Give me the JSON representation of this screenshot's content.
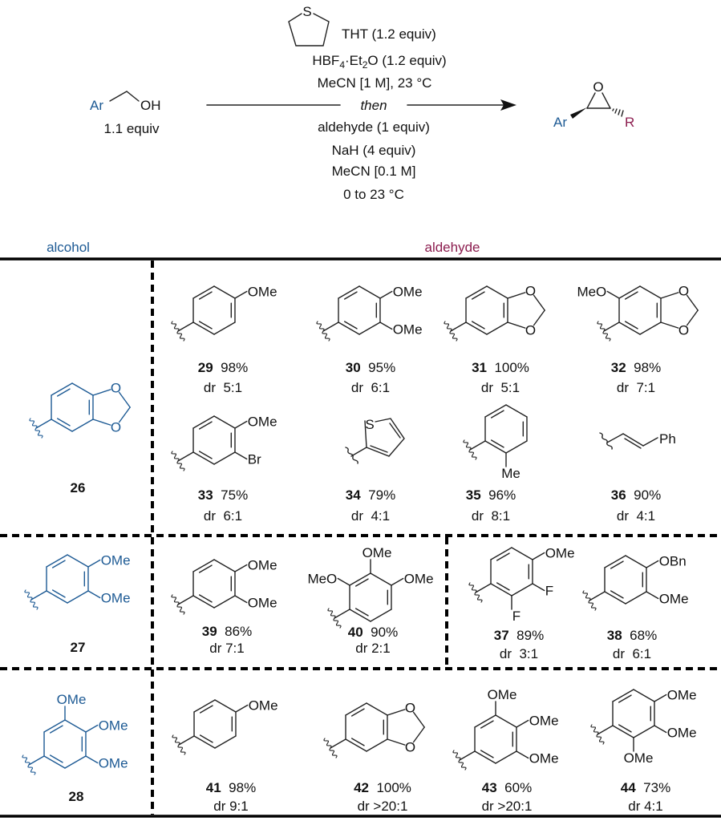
{
  "colors": {
    "alcohol": "#1d5a94",
    "aldehyde": "#8c1d4f",
    "text": "#111111"
  },
  "reaction": {
    "tht_atom": "S",
    "tht_label": "THT (1.2 equiv)",
    "acid": {
      "a": "HBF",
      "b": "4",
      "c": "·Et",
      "d": "2",
      "e": "O (1.2 equiv)"
    },
    "step1_conditions": "MeCN [1 M], 23 °C",
    "then": "then",
    "step2": [
      "aldehyde (1 equiv)",
      "NaH (4 equiv)",
      "MeCN [0.1 M]",
      "0 to 23 °C"
    ],
    "substrate": {
      "ar": "Ar",
      "oh": "OH",
      "equiv": "1.1 equiv"
    },
    "product": {
      "o": "O",
      "ar": "Ar",
      "r": "R"
    }
  },
  "headers": {
    "alcohol": "alcohol",
    "aldehyde": "aldehyde"
  },
  "alcohols": [
    {
      "id": "26",
      "substituents": [],
      "ring_atoms": [
        "O",
        "O"
      ]
    },
    {
      "id": "27",
      "substituents": [
        "OMe",
        "OMe"
      ]
    },
    {
      "id": "28",
      "substituents": [
        "OMe",
        "OMe",
        "OMe"
      ]
    }
  ],
  "products": [
    {
      "id": "29",
      "yield": "98%",
      "dr": "dr  5:1",
      "substituents": [
        "OMe"
      ]
    },
    {
      "id": "30",
      "yield": "95%",
      "dr": "dr  6:1",
      "substituents": [
        "OMe",
        "OMe"
      ]
    },
    {
      "id": "31",
      "yield": "100%",
      "dr": "dr  5:1",
      "substituents": [],
      "ring_atoms": [
        "O",
        "O"
      ]
    },
    {
      "id": "32",
      "yield": "98%",
      "dr": "dr  7:1",
      "substituents": [
        "MeO"
      ],
      "ring_atoms": [
        "O",
        "O"
      ]
    },
    {
      "id": "33",
      "yield": "75%",
      "dr": "dr  6:1",
      "substituents": [
        "OMe",
        "Br"
      ]
    },
    {
      "id": "34",
      "yield": "79%",
      "dr": "dr  4:1",
      "substituents": [],
      "ring_atoms": [
        "S"
      ]
    },
    {
      "id": "35",
      "yield": "96%",
      "dr": "dr  8:1",
      "substituents": [
        "Me"
      ]
    },
    {
      "id": "36",
      "yield": "90%",
      "dr": "dr  4:1",
      "substituents": [
        "Ph"
      ]
    },
    {
      "id": "39",
      "yield": "86%",
      "dr": "dr 7:1",
      "substituents": [
        "OMe",
        "OMe"
      ]
    },
    {
      "id": "40",
      "yield": "90%",
      "dr": "dr 2:1",
      "substituents": [
        "OMe",
        "MeO",
        "OMe"
      ]
    },
    {
      "id": "37",
      "yield": "89%",
      "dr": "dr  3:1",
      "substituents": [
        "OMe",
        "F",
        "F"
      ]
    },
    {
      "id": "38",
      "yield": "68%",
      "dr": "dr  6:1",
      "substituents": [
        "OBn",
        "OMe"
      ]
    },
    {
      "id": "41",
      "yield": "98%",
      "dr": "dr 9:1",
      "substituents": [
        "OMe"
      ]
    },
    {
      "id": "42",
      "yield": "100%",
      "dr": "dr >20:1",
      "substituents": [],
      "ring_atoms": [
        "O",
        "O"
      ]
    },
    {
      "id": "43",
      "yield": "60%",
      "dr": "dr >20:1",
      "substituents": [
        "OMe",
        "OMe",
        "OMe"
      ]
    },
    {
      "id": "44",
      "yield": "73%",
      "dr": "dr 4:1",
      "substituents": [
        "OMe",
        "OMe",
        "OMe"
      ]
    }
  ]
}
